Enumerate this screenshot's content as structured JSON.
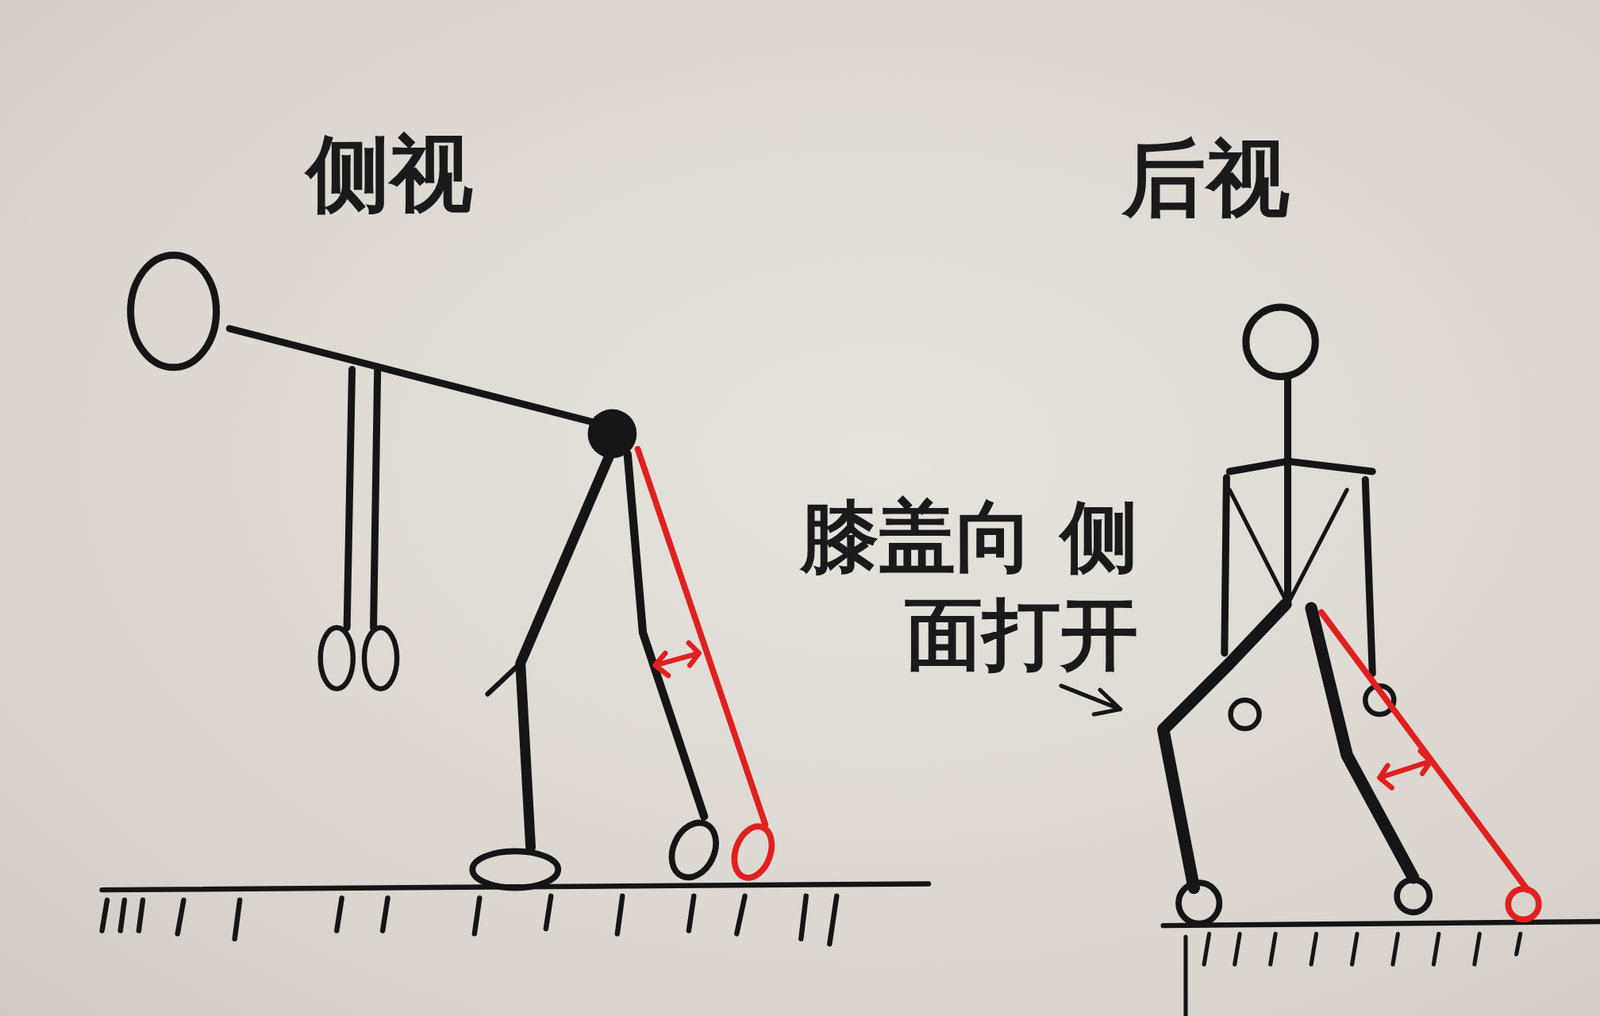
{
  "diagram": {
    "labels": [
      "侧视",
      "后视",
      "膝盖向 侧面打开"
    ]
  }
}
